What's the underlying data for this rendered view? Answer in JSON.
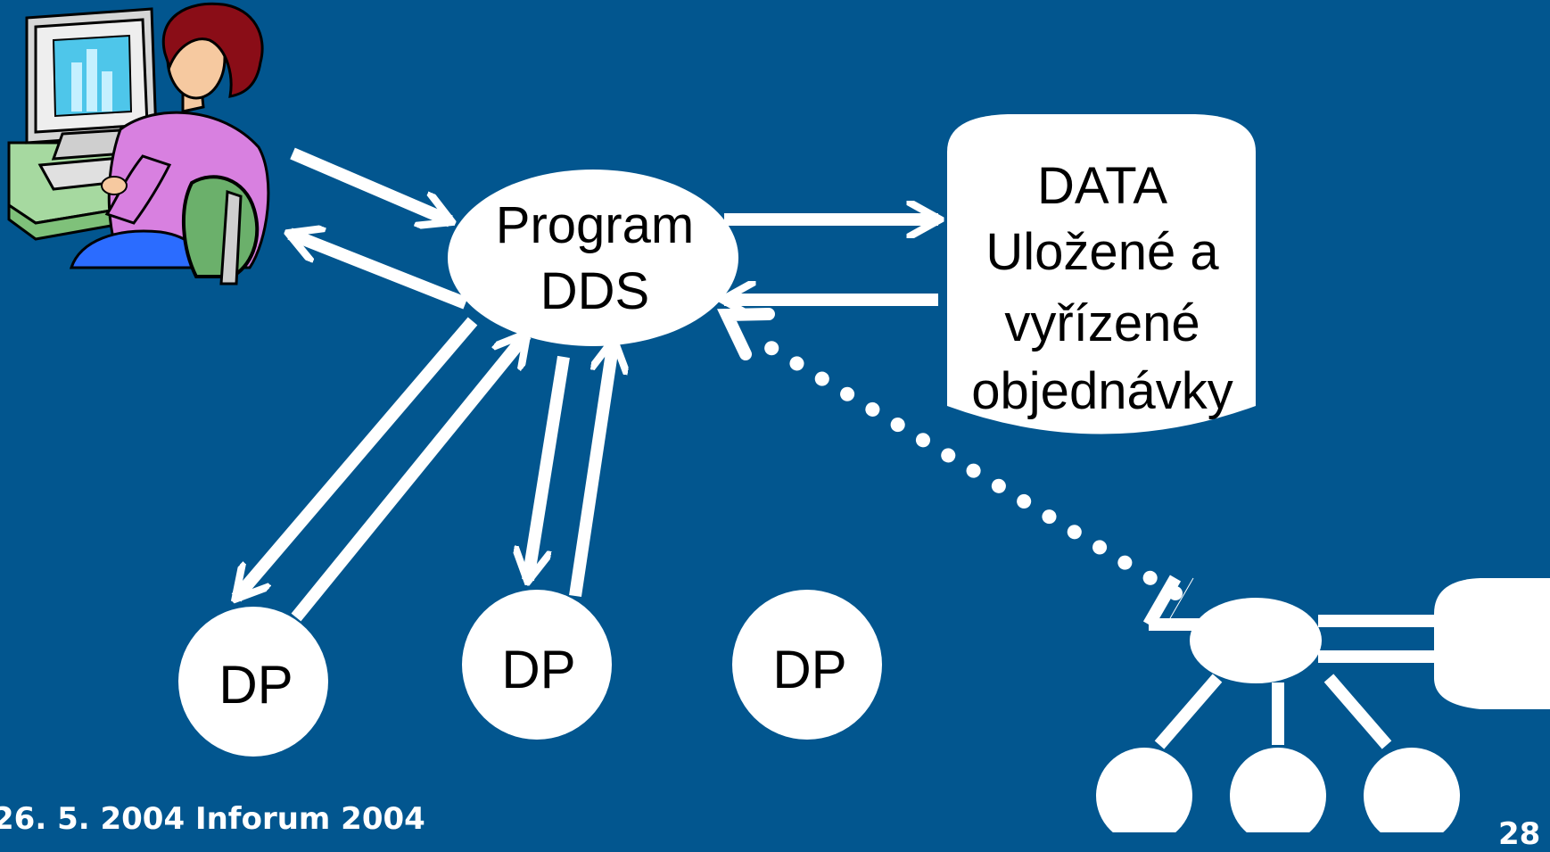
{
  "diagram": {
    "program_node": {
      "lines": [
        "Program",
        "DDS"
      ]
    },
    "data_store": {
      "lines": [
        "DATA",
        "Uložené a",
        "vyřízené",
        "objednávky"
      ]
    },
    "dp_nodes": [
      {
        "label": "DP"
      },
      {
        "label": "DP"
      },
      {
        "label": "DP"
      }
    ]
  },
  "footer": {
    "text": "26. 5. 2004 Inforum 2004",
    "page_number": "28"
  },
  "colors": {
    "background": "#02568f",
    "foreground": "#ffffff"
  }
}
